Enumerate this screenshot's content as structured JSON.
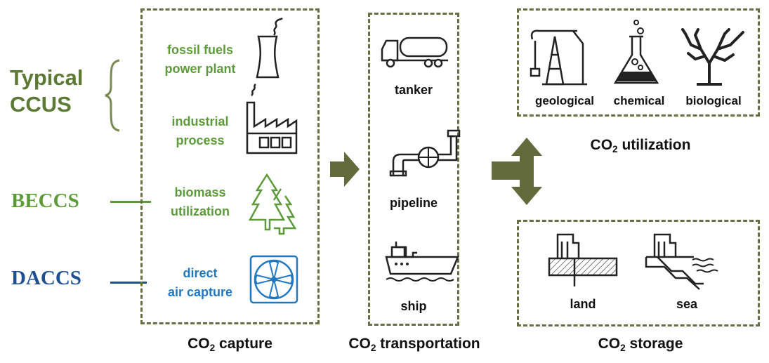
{
  "typical": {
    "label": "Typical\nCCUS",
    "line1": "Typical",
    "line2": "CCUS"
  },
  "beccs": {
    "label": "BECCS"
  },
  "daccs": {
    "label": "DACCS"
  },
  "capture": {
    "items": [
      {
        "line1": "fossil fuels",
        "line2": "power plant",
        "icon": "cooling-tower-icon"
      },
      {
        "line1": "industrial",
        "line2": "process",
        "icon": "factory-icon"
      },
      {
        "line1": "biomass",
        "line2": "utilization",
        "icon": "trees-icon"
      },
      {
        "line1": "direct",
        "line2": "air capture",
        "icon": "fan-icon"
      }
    ],
    "title_pre": "CO",
    "title_sub": "2",
    "title_post": " capture"
  },
  "transport": {
    "items": [
      {
        "label": "tanker",
        "icon": "tanker-truck-icon"
      },
      {
        "label": "pipeline",
        "icon": "pipeline-icon"
      },
      {
        "label": "ship",
        "icon": "ship-icon"
      }
    ],
    "title_pre": "CO",
    "title_sub": "2",
    "title_post": " transportation"
  },
  "utilization": {
    "items": [
      {
        "label": "geological",
        "icon": "oil-pump-icon"
      },
      {
        "label": "chemical",
        "icon": "flask-icon"
      },
      {
        "label": "biological",
        "icon": "coral-icon"
      }
    ],
    "title_pre": "CO",
    "title_sub": "2",
    "title_post": " utilization"
  },
  "storage": {
    "items": [
      {
        "label": "land",
        "icon": "land-storage-icon"
      },
      {
        "label": "sea",
        "icon": "sea-storage-icon"
      }
    ],
    "title_pre": "CO",
    "title_sub": "2",
    "title_post": " storage"
  },
  "colors": {
    "olive": "#6a6e45",
    "green": "#5d9b3a",
    "blue": "#1f78c1",
    "navy": "#1d4f91",
    "arrow": "#636b3c"
  }
}
